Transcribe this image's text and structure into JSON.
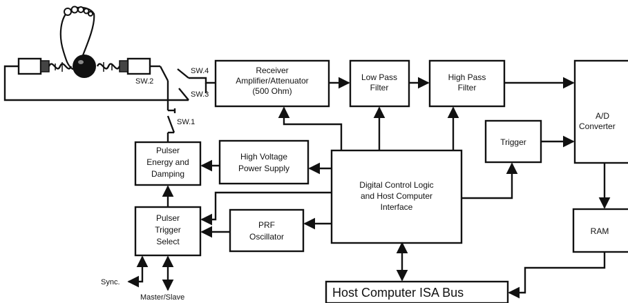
{
  "blocks": {
    "receiver": [
      "Receiver",
      "Amplifier/Attenuator",
      "(500 Ohm)"
    ],
    "low_pass": [
      "Low Pass",
      "Filter"
    ],
    "high_pass": [
      "High Pass",
      "Filter"
    ],
    "ad_converter": [
      "A/D",
      "Converter"
    ],
    "trigger": [
      "Trigger"
    ],
    "pulser_energy": [
      "Pulser",
      "Energy and",
      "Damping"
    ],
    "hv_supply": [
      "High Voltage",
      "Power Supply"
    ],
    "control_logic": [
      "Digital Control Logic",
      "and Host Computer",
      "Interface"
    ],
    "pulser_trigger": [
      "Pulser",
      "Trigger",
      "Select"
    ],
    "prf_oscillator": [
      "PRF",
      "Oscillator"
    ],
    "ram": [
      "RAM"
    ],
    "host_bus": "Host Computer ISA Bus"
  },
  "switches": {
    "sw1": "SW.1",
    "sw2": "SW.2",
    "sw3": "SW.3",
    "sw4": "SW.4"
  },
  "signals": {
    "sync": "Sync.",
    "master_slave": "Master/Slave"
  }
}
